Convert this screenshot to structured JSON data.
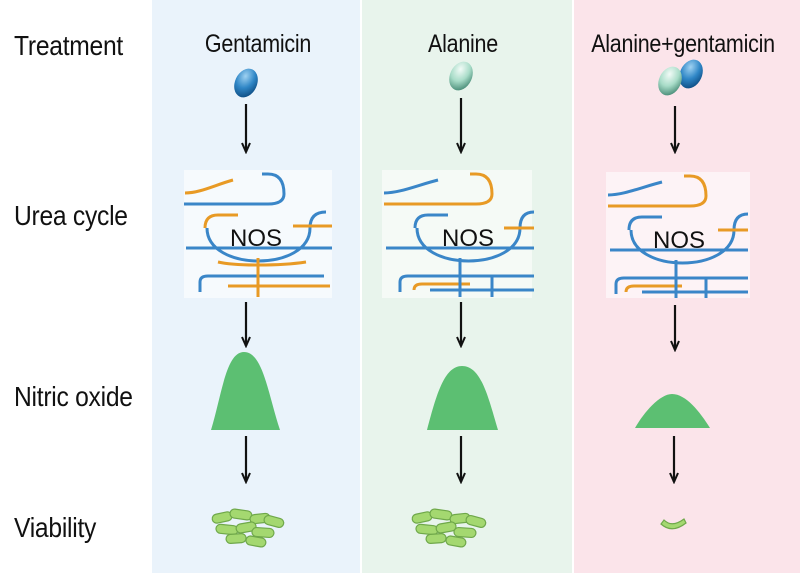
{
  "row_labels": {
    "treatment": "Treatment",
    "urea_cycle": "Urea cycle",
    "nitric_oxide": "Nitric oxide",
    "viability": "Viability"
  },
  "columns": [
    {
      "heading": "Gentamicin",
      "nos_label": "NOS",
      "panel_color": "#eaf3fb",
      "pathway_highlight": "orange",
      "nitric_oxide_level": "high",
      "viability_level": "high"
    },
    {
      "heading": "Alanine",
      "nos_label": "NOS",
      "panel_color": "#e8f4ec",
      "pathway_highlight": "blue",
      "nitric_oxide_level": "high",
      "viability_level": "high"
    },
    {
      "heading": "Alanine+gentamicin",
      "nos_label": "NOS",
      "panel_color": "#fbe4ea",
      "pathway_highlight": "blue",
      "nitric_oxide_level": "low",
      "viability_level": "low"
    }
  ],
  "colors": {
    "gentamicin_pill": "#2f86c6",
    "alanine_pill": "#a8dcc8",
    "pathway_blue": "#3a86c8",
    "pathway_orange": "#e89a25",
    "nitric_oxide": "#5cbf72",
    "bacteria": "#a4d870"
  },
  "icons": [
    "gentamicin-pill-icon",
    "alanine-pill-icon",
    "down-arrow-icon",
    "nitric-oxide-peak-icon",
    "bacteria-cluster-icon"
  ]
}
